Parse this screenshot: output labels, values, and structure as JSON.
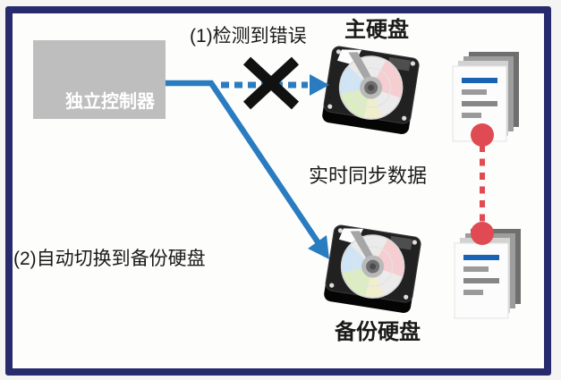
{
  "labels": {
    "controller": "独立控制器",
    "step1": "(1)检测到错误",
    "step2": "(2)自动切换到备份硬盘",
    "primary_disk": "主硬盘",
    "backup_disk": "备份硬盘",
    "sync": "实时同步数据"
  },
  "icons": {
    "primary_disk": "hdd-icon",
    "backup_disk": "hdd-icon",
    "primary_document": "document-stack-icon",
    "backup_document": "document-stack-icon",
    "error_mark": "x-mark-icon",
    "failed_path": "dashed-arrow-icon",
    "switch_path": "solid-arrow-icon",
    "sync_link": "dashed-link-icon"
  },
  "colors": {
    "frame-navy": "#272a6c",
    "accent-blue": "#2a7cc1",
    "alert-red": "#e04a52",
    "controller-gray": "#bebebe",
    "text-black": "#1a1a1a",
    "doc-line-blue": "#1a63b4"
  }
}
